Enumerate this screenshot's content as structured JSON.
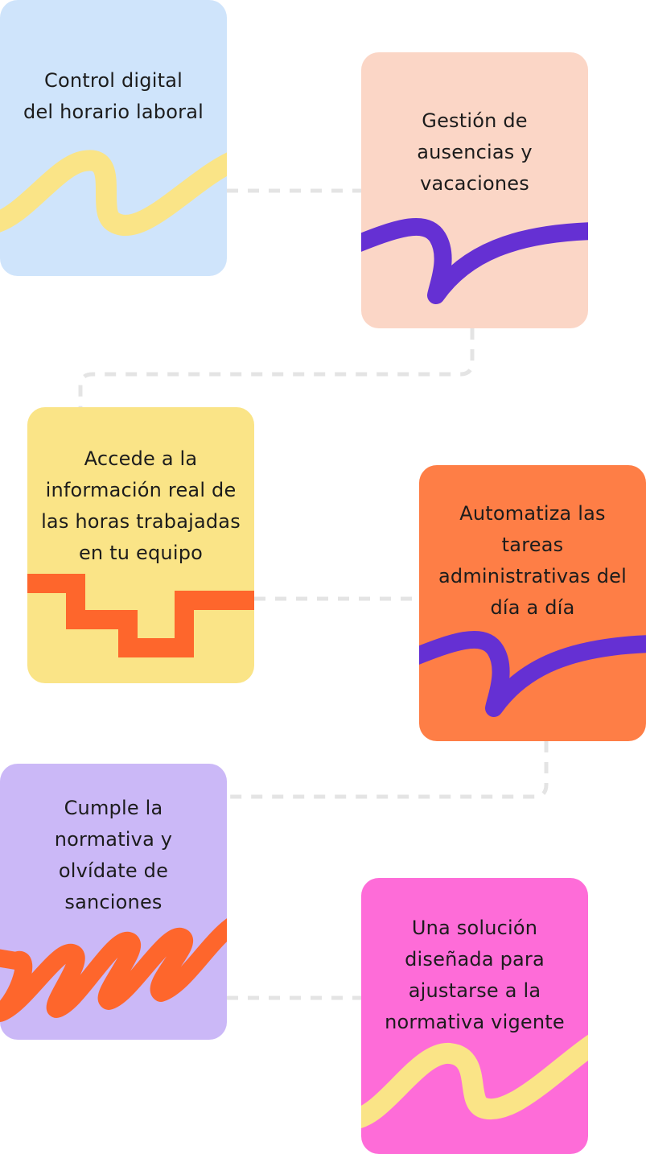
{
  "cards": [
    {
      "label": "Control digital\ndel horario laboral",
      "bg": "#cfe4fb",
      "accent": "#fae487"
    },
    {
      "label": "Gestión de\nausencias y\nvacaciones",
      "bg": "#fbd6c6",
      "accent": "#6530d3"
    },
    {
      "label": "Accede a la\ninformación real de\nlas horas trabajadas\nen tu equipo",
      "bg": "#fae487",
      "accent": "#fe662c"
    },
    {
      "label": "Automatiza las\ntareas\nadministrativas del\ndía a día",
      "bg": "#fe7e46",
      "accent": "#6530d3"
    },
    {
      "label": "Cumple la\nnormativa y\nolvídate de\nsanciones",
      "bg": "#cbb8f7",
      "accent": "#fe662c"
    },
    {
      "label": "Una solución\ndiseñada para\najustarse a la\nnormativa vigente",
      "bg": "#fe6cd8",
      "accent": "#fae487"
    }
  ],
  "connector_color": "#e4e4e4"
}
